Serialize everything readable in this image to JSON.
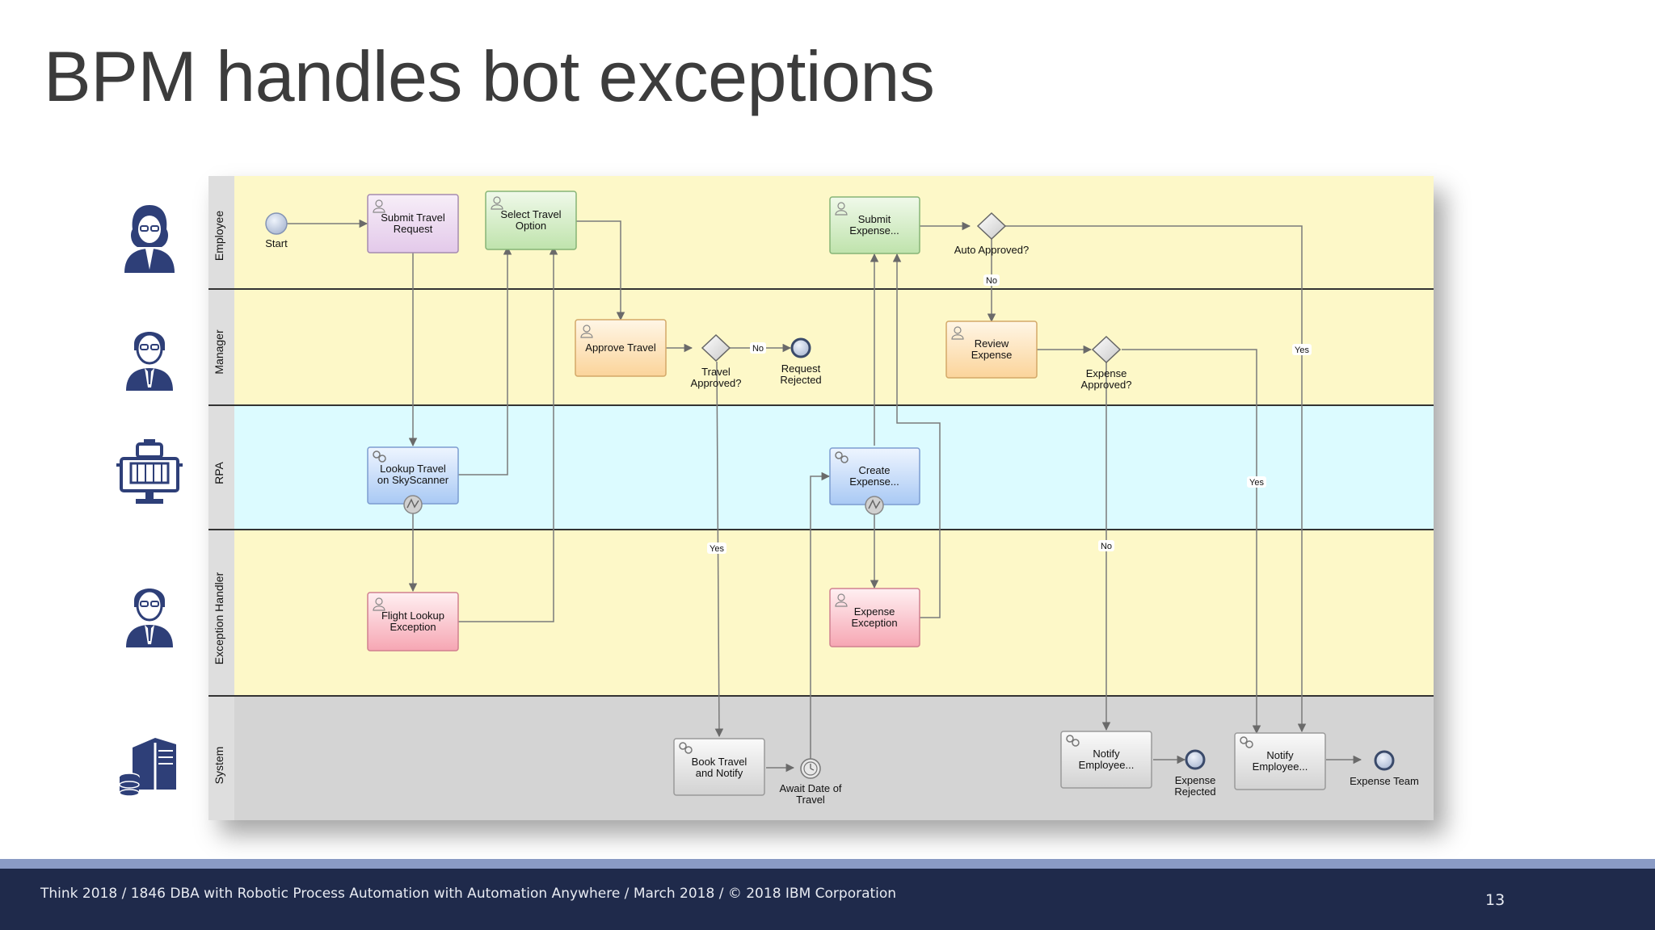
{
  "slide": {
    "title": "BPM handles bot exceptions",
    "footer": "Think 2018 / 1846 DBA with Robotic Process Automation with Automation Anywhere / March 2018 / © 2018 IBM Corporation",
    "page_number": "13"
  },
  "role_icons": [
    "woman-employee-icon",
    "manager-icon",
    "robot-icon",
    "exception-handler-icon",
    "server-database-icon"
  ],
  "lanes": [
    {
      "label": "Employee",
      "color": "#fdf8c8"
    },
    {
      "label": "Manager",
      "color": "#fdf8c8"
    },
    {
      "label": "RPA",
      "color": "#dcfbff"
    },
    {
      "label": "Exception Handler",
      "color": "#fdf8c8"
    },
    {
      "label": "System",
      "color": "#d8d8d8"
    }
  ],
  "tasks": {
    "submit_travel": [
      "Submit Travel",
      "Request"
    ],
    "select_travel": [
      "Select Travel",
      "Option"
    ],
    "submit_expense": [
      "Submit",
      "Expense..."
    ],
    "approve_travel": [
      "Approve Travel"
    ],
    "review_expense": [
      "Review",
      "Expense"
    ],
    "lookup_travel": [
      "Lookup Travel",
      "on SkyScanner"
    ],
    "create_expense": [
      "Create",
      "Expense..."
    ],
    "flight_lookup": [
      "Flight Lookup",
      "Exception"
    ],
    "expense_exception": [
      "Expense",
      "Exception"
    ],
    "book_travel": [
      "Book Travel",
      "and Notify"
    ],
    "notify_1": [
      "Notify",
      "Employee..."
    ],
    "notify_2": [
      "Notify",
      "Employee..."
    ]
  },
  "events": {
    "start": [
      "Start"
    ],
    "request_rejected": [
      "Request",
      "Rejected"
    ],
    "await_date": [
      "Await Date of",
      "Travel"
    ],
    "expense_rejected": [
      "Expense",
      "Rejected"
    ],
    "expense_team": [
      "Expense Team"
    ]
  },
  "gateways": {
    "auto_approved": [
      "Auto Approved?"
    ],
    "travel_approved": [
      "Travel",
      "Approved?"
    ],
    "expense_approved": [
      "Expense",
      "Approved?"
    ]
  },
  "flow_labels": {
    "no_auto": "No",
    "no_travel": "No",
    "yes_auto": "Yes",
    "yes_expense": "Yes",
    "yes_travel": "Yes",
    "no_expense": "No"
  },
  "colors": {
    "footer_bg": "#1f2a4b",
    "footer_stripe": "#8a9bc5",
    "icon": "#2e3f78"
  }
}
